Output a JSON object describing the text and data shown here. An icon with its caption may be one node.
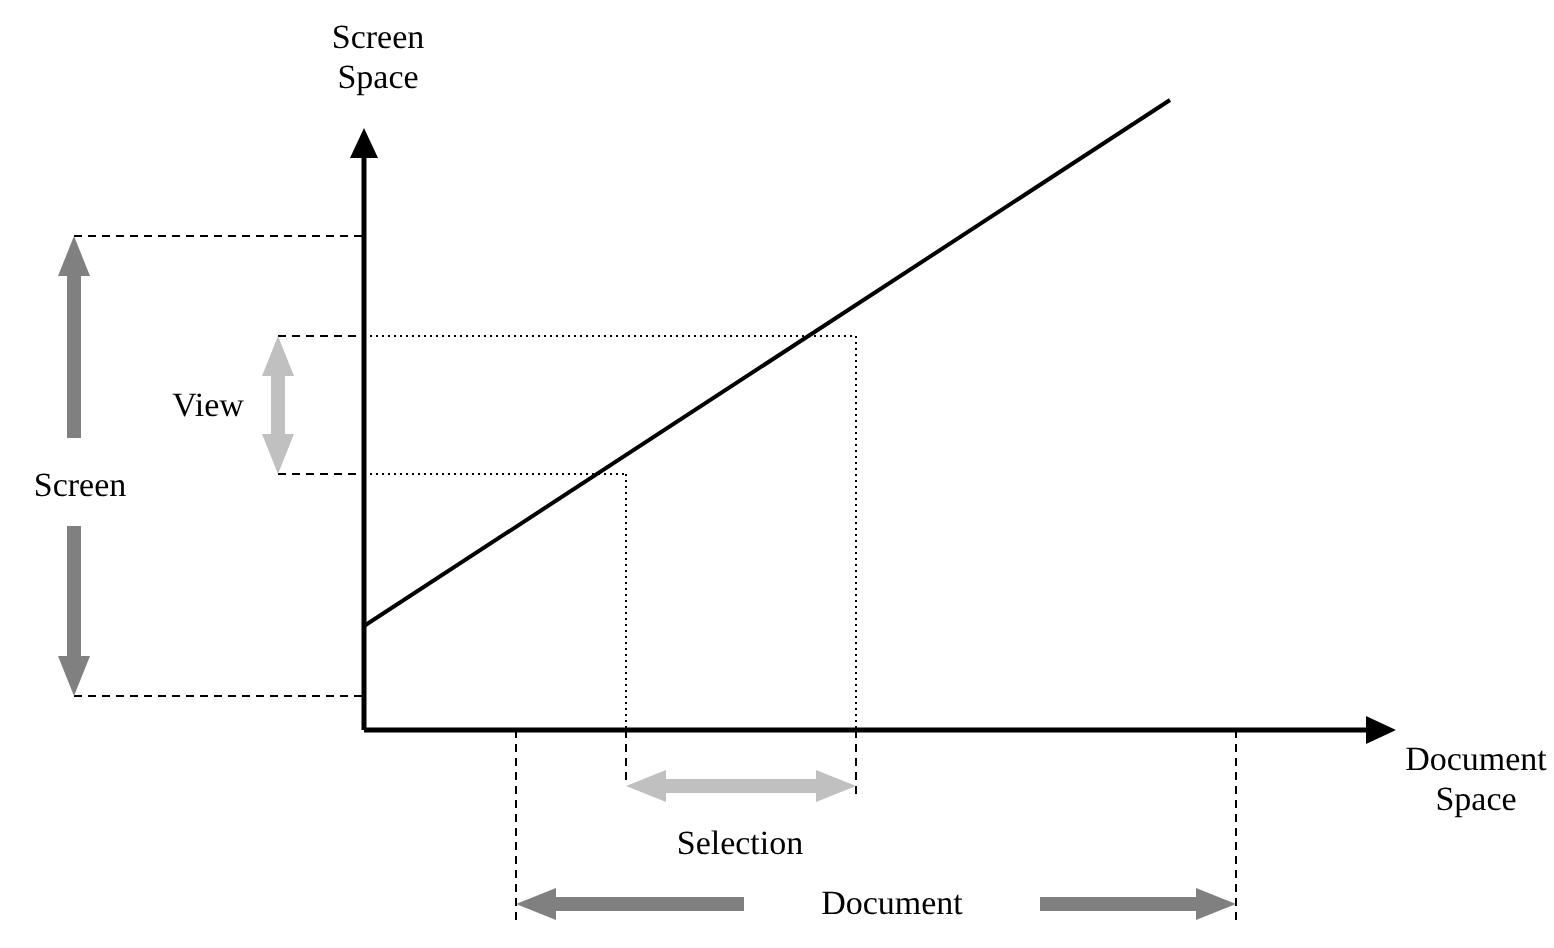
{
  "diagram": {
    "labels": [
      "Screen Space",
      "View",
      "Screen",
      "Document Space",
      "Selection",
      "Document"
    ]
  }
}
